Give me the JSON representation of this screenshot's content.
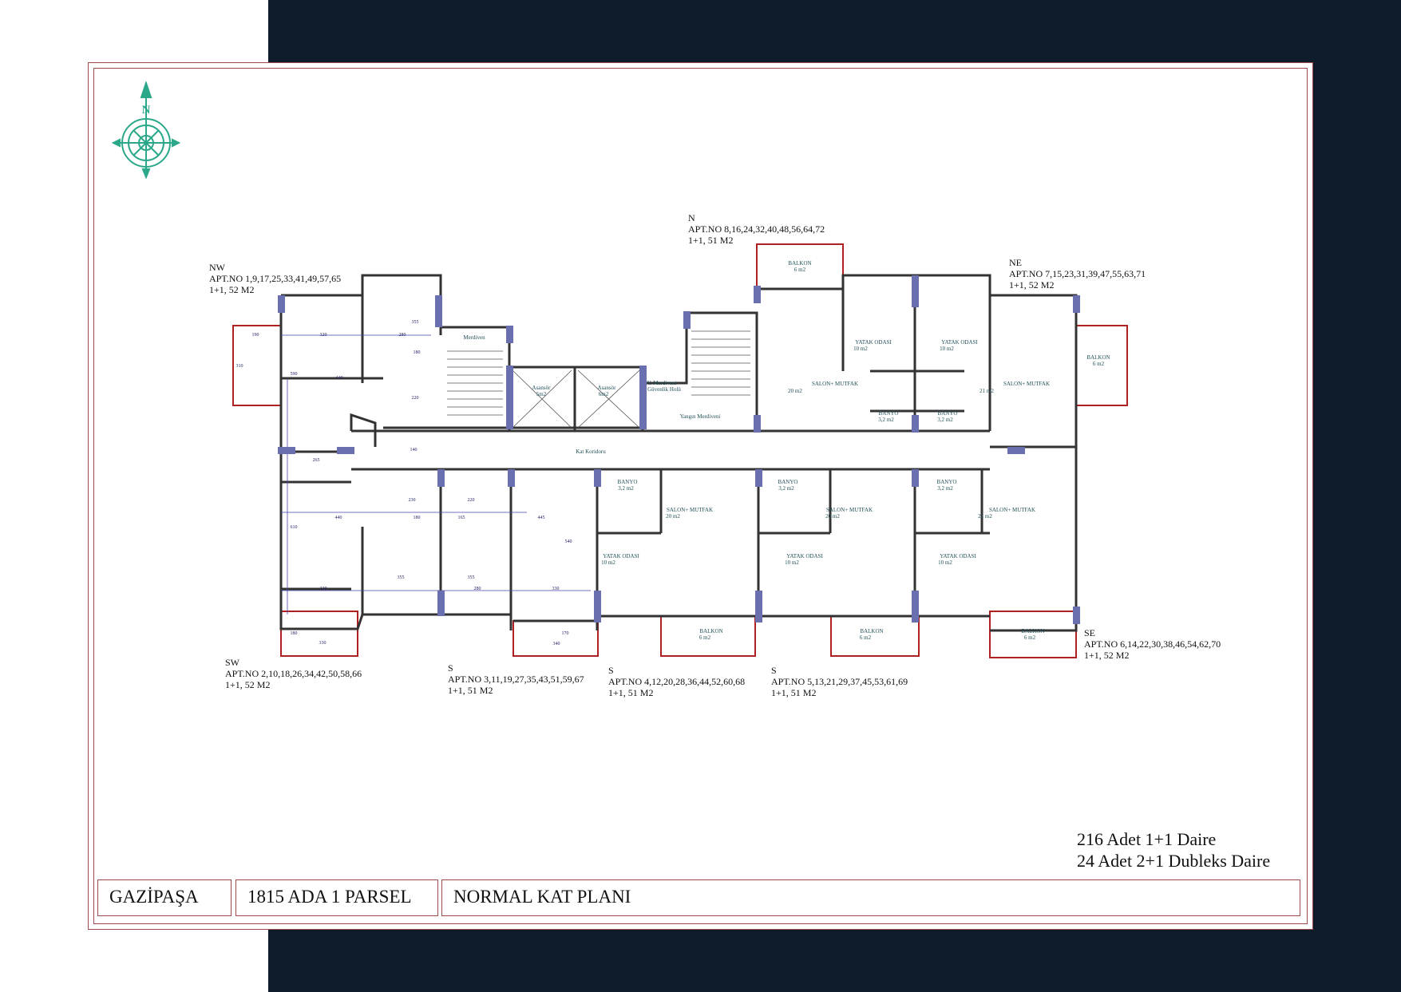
{
  "sheet": {
    "title_block": {
      "location": "GAZİPAŞA",
      "parcel": "1815 ADA 1 PARSEL",
      "plan_title": "NORMAL KAT PLANI"
    },
    "summary": {
      "line1": "216 Adet 1+1 Daire",
      "line2": "24 Adet 2+1 Dubleks Daire"
    },
    "compass": {
      "letter": "N"
    }
  },
  "apartments": [
    {
      "dir": "NW",
      "nos": "APT.NO 1,9,17,25,33,41,49,57,65",
      "type": "1+1, 52 M2"
    },
    {
      "dir": "N",
      "nos": "APT.NO 8,16,24,32,40,48,56,64,72",
      "type": "1+1, 51 M2"
    },
    {
      "dir": "NE",
      "nos": "APT.NO 7,15,23,31,39,47,55,63,71",
      "type": "1+1, 52 M2"
    },
    {
      "dir": "SE",
      "nos": "APT.NO 6,14,22,30,38,46,54,62,70",
      "type": "1+1, 52 M2"
    },
    {
      "dir": "SW",
      "nos": "APT.NO 2,10,18,26,34,42,50,58,66",
      "type": "1+1, 52 M2"
    },
    {
      "dir": "S",
      "nos": "APT.NO 3,11,19,27,35,43,51,59,67",
      "type": "1+1, 51 M2"
    },
    {
      "dir": "S",
      "nos": "APT.NO 4,12,20,28,36,44,52,60,68",
      "type": "1+1, 51 M2"
    },
    {
      "dir": "S",
      "nos": "APT.NO 5,13,21,29,37,45,53,61,69",
      "type": "1+1, 51 M2"
    }
  ],
  "plan_labels": {
    "balkon": "BALKON",
    "balkon_area": "6 m2",
    "yatak_odasi": "YATAK ODASI",
    "yatak_area": "10 m2",
    "salon": "SALON+ MUTFAK",
    "salon_area_20": "20 m2",
    "salon_area_21": "21 m2",
    "banyo": "BANYO",
    "banyo_area": "3,2 m2",
    "merdiven": "Merdiven",
    "asansor": "Asansör",
    "asansor_area": "5m2",
    "asansor_area_b": "6m2",
    "y_merdiven_1": "Y. Merdiveni",
    "y_merdiven_2": "Güvenlik Holü",
    "yangin": "Yangın Merdiveni",
    "koridor": "Kat Koridoru"
  },
  "dimensions": {
    "nw_top": [
      "190",
      "320",
      "280"
    ],
    "nw_side": "310",
    "nw_mid": [
      "440",
      "590",
      "355",
      "180",
      "220"
    ],
    "west_mid": [
      "265",
      "140"
    ],
    "sw_row": [
      "440",
      "610",
      "180",
      "165",
      "445",
      "540",
      "230",
      "220"
    ],
    "sw_bottom": [
      "320",
      "355",
      "355",
      "280",
      "330",
      "180",
      "330",
      "170",
      "340"
    ]
  },
  "colors": {
    "background": "#0d1b2a",
    "frame": "#9c4a4a",
    "wall": "#333333",
    "column": "#6a6fb0",
    "room_text": "#1f4f57",
    "balcony": "#b02020",
    "compass": "#2aa889"
  }
}
